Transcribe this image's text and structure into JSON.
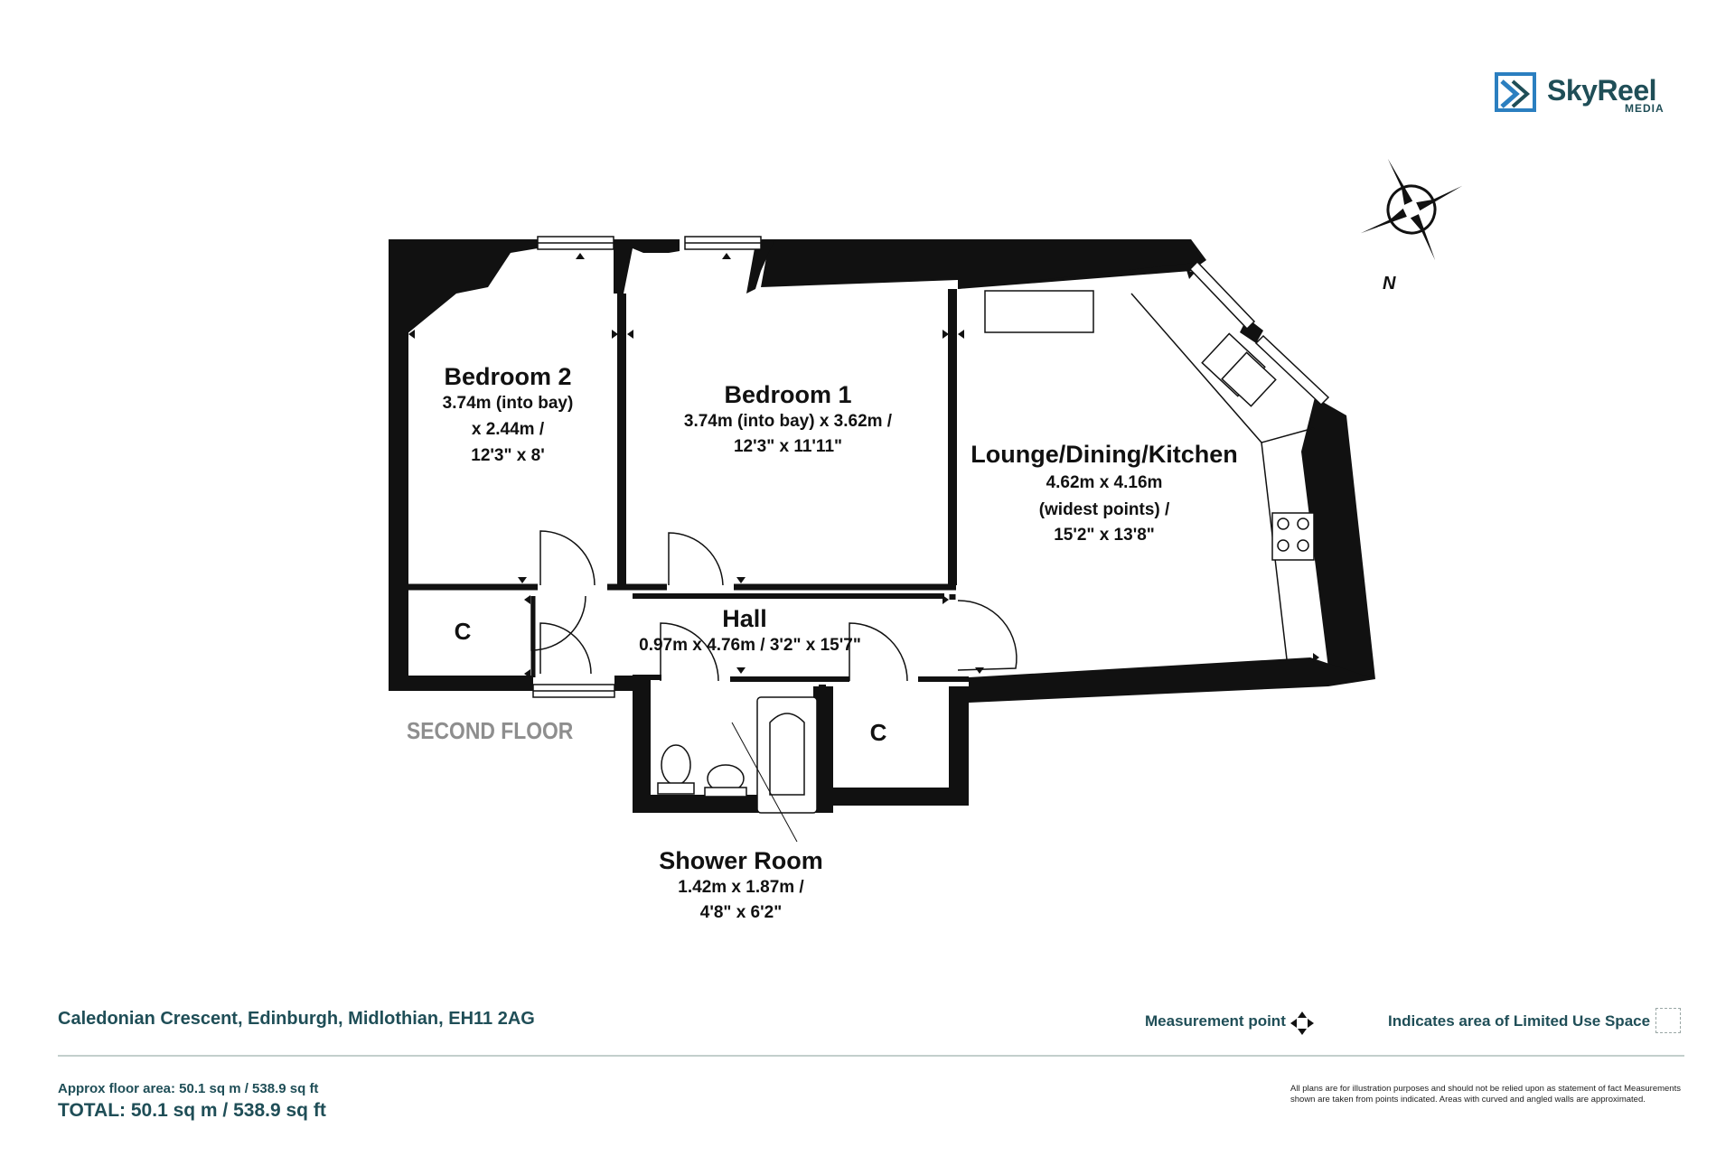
{
  "brand": {
    "name": "SkyReel",
    "sub": "MEDIA"
  },
  "compass": {
    "north_label": "N"
  },
  "floor_label": "SECOND FLOOR",
  "rooms": {
    "bedroom2": {
      "name": "Bedroom 2",
      "dims": [
        "3.74m (into bay)",
        "x 2.44m /",
        "12'3\" x 8'"
      ]
    },
    "bedroom1": {
      "name": "Bedroom 1",
      "dims": [
        "3.74m (into bay) x 3.62m /",
        "12'3\" x 11'11\""
      ]
    },
    "lounge": {
      "name": "Lounge/Dining/Kitchen",
      "dims": [
        "4.62m x 4.16m",
        "(widest points) /",
        "15'2\" x 13'8\""
      ]
    },
    "hall": {
      "name": "Hall",
      "dims": [
        "0.97m x 4.76m / 3'2\" x 15'7\""
      ]
    },
    "shower": {
      "name": "Shower Room",
      "dims": [
        "1.42m x 1.87m /",
        "4'8\" x 6'2\""
      ]
    },
    "cupboard_left": {
      "name": "C"
    },
    "cupboard_right": {
      "name": "C"
    }
  },
  "footer": {
    "address": "Caledonian Crescent, Edinburgh, Midlothian, EH11 2AG",
    "measurement_point": "Measurement point",
    "limited_use": "Indicates area of  Limited Use Space",
    "approx_area": "Approx floor area: 50.1 sq m / 538.9 sq ft",
    "total": "TOTAL: 50.1 sq m / 538.9 sq ft",
    "disclaimer": "All plans are for illustration purposes and should not be relied upon as statement of fact Measurements shown are taken from points indicated. Areas with curved and angled walls are approximated."
  },
  "colors": {
    "wall": "#111111",
    "text": "#111111",
    "brand": "#1f4e57",
    "floor_label": "#8e8e8e",
    "divider": "#c3cfcc"
  }
}
